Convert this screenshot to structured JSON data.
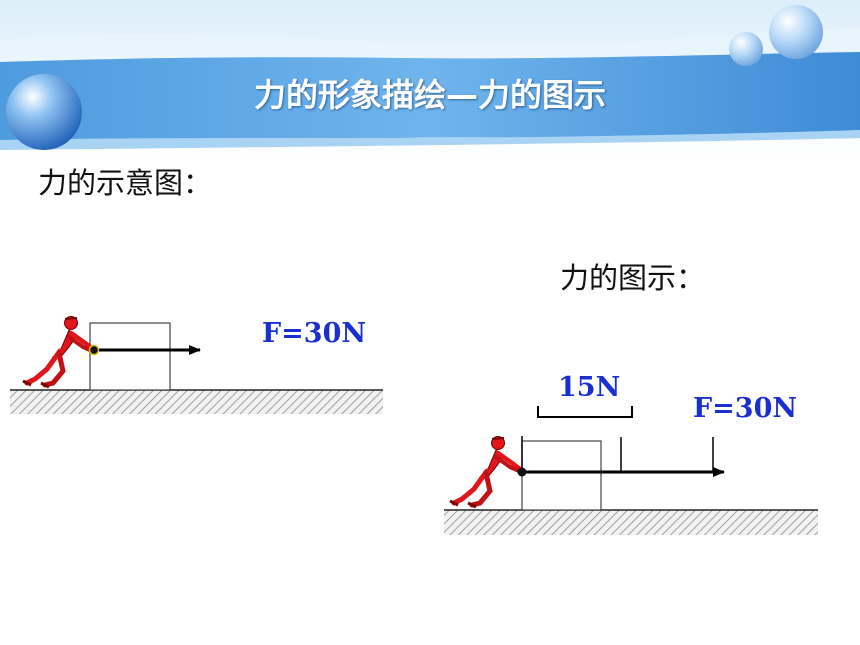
{
  "slide": {
    "title": "力的形象描绘—力的图示",
    "section1_label": "力的示意图：",
    "section2_label": "力的图示："
  },
  "diagram1": {
    "force_label": "F=30N"
  },
  "diagram2": {
    "scale_label": "15N",
    "force_label": "F=30N"
  },
  "colors": {
    "banner_blue": "#5aa6e3",
    "force_text": "#1a2fd0",
    "figure_red": "#e0161a"
  }
}
